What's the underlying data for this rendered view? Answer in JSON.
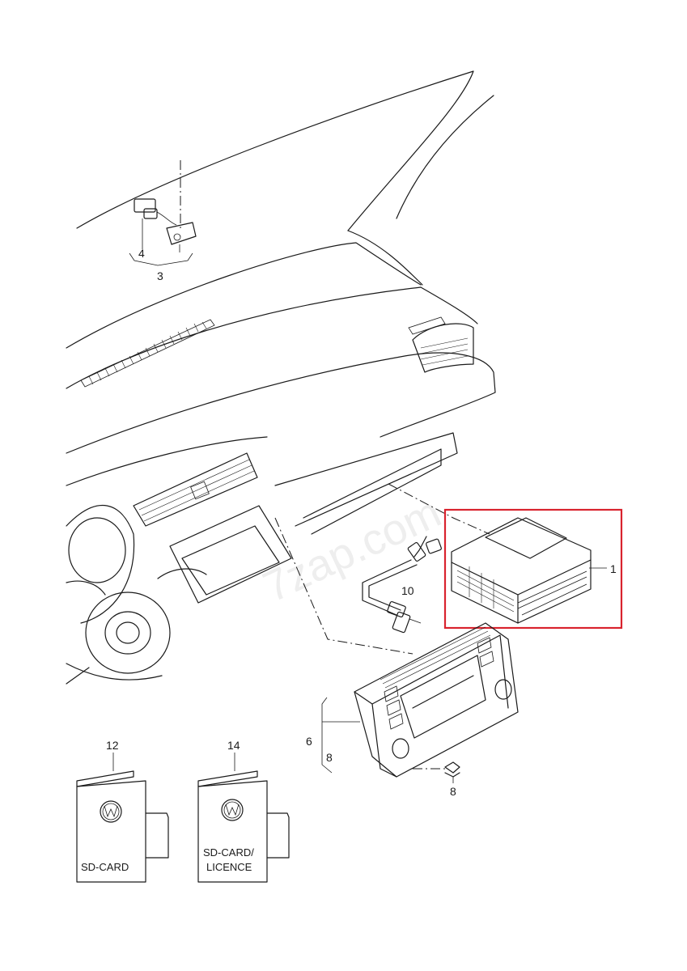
{
  "callouts": {
    "c1": "1",
    "c3": "3",
    "c4": "4",
    "c6": "6",
    "c8a": "8",
    "c8b": "8",
    "c10": "10",
    "c12": "12",
    "c14": "14"
  },
  "cards": {
    "card12_text": "SD-CARD",
    "card14_line1": "SD-CARD/",
    "card14_line2": "LICENCE"
  },
  "watermark": "7zap.com",
  "colors": {
    "highlight": "#d9232e",
    "line": "#1a1a1a"
  },
  "icons": {
    "logo": "vw-logo-icon"
  }
}
